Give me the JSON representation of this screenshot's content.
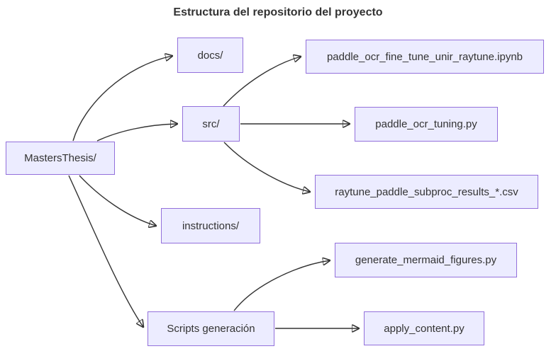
{
  "title": "Estructura del repositorio del proyecto",
  "colors": {
    "node_fill": "#ECECFF",
    "node_border": "#9370DB",
    "edge": "#333333",
    "text": "#333333",
    "background": "#FFFFFF"
  },
  "nodes": {
    "root": {
      "label": "MastersThesis/"
    },
    "docs": {
      "label": "docs/"
    },
    "src": {
      "label": "src/"
    },
    "instructions": {
      "label": "instructions/"
    },
    "scripts": {
      "label": "Scripts generación"
    },
    "ipynb": {
      "label": "paddle_ocr_fine_tune_unir_raytune.ipynb"
    },
    "tuning": {
      "label": "paddle_ocr_tuning.py"
    },
    "csv": {
      "label": "raytune_paddle_subproc_results_*.csv"
    },
    "generate": {
      "label": "generate_mermaid_figures.py"
    },
    "apply": {
      "label": "apply_content.py"
    }
  },
  "edges": [
    {
      "from": "MastersThesis/",
      "to": "docs/"
    },
    {
      "from": "MastersThesis/",
      "to": "src/"
    },
    {
      "from": "MastersThesis/",
      "to": "instructions/"
    },
    {
      "from": "MastersThesis/",
      "to": "Scripts generación"
    },
    {
      "from": "src/",
      "to": "paddle_ocr_fine_tune_unir_raytune.ipynb"
    },
    {
      "from": "src/",
      "to": "paddle_ocr_tuning.py"
    },
    {
      "from": "src/",
      "to": "raytune_paddle_subproc_results_*.csv"
    },
    {
      "from": "Scripts generación",
      "to": "generate_mermaid_figures.py"
    },
    {
      "from": "Scripts generación",
      "to": "apply_content.py"
    }
  ]
}
